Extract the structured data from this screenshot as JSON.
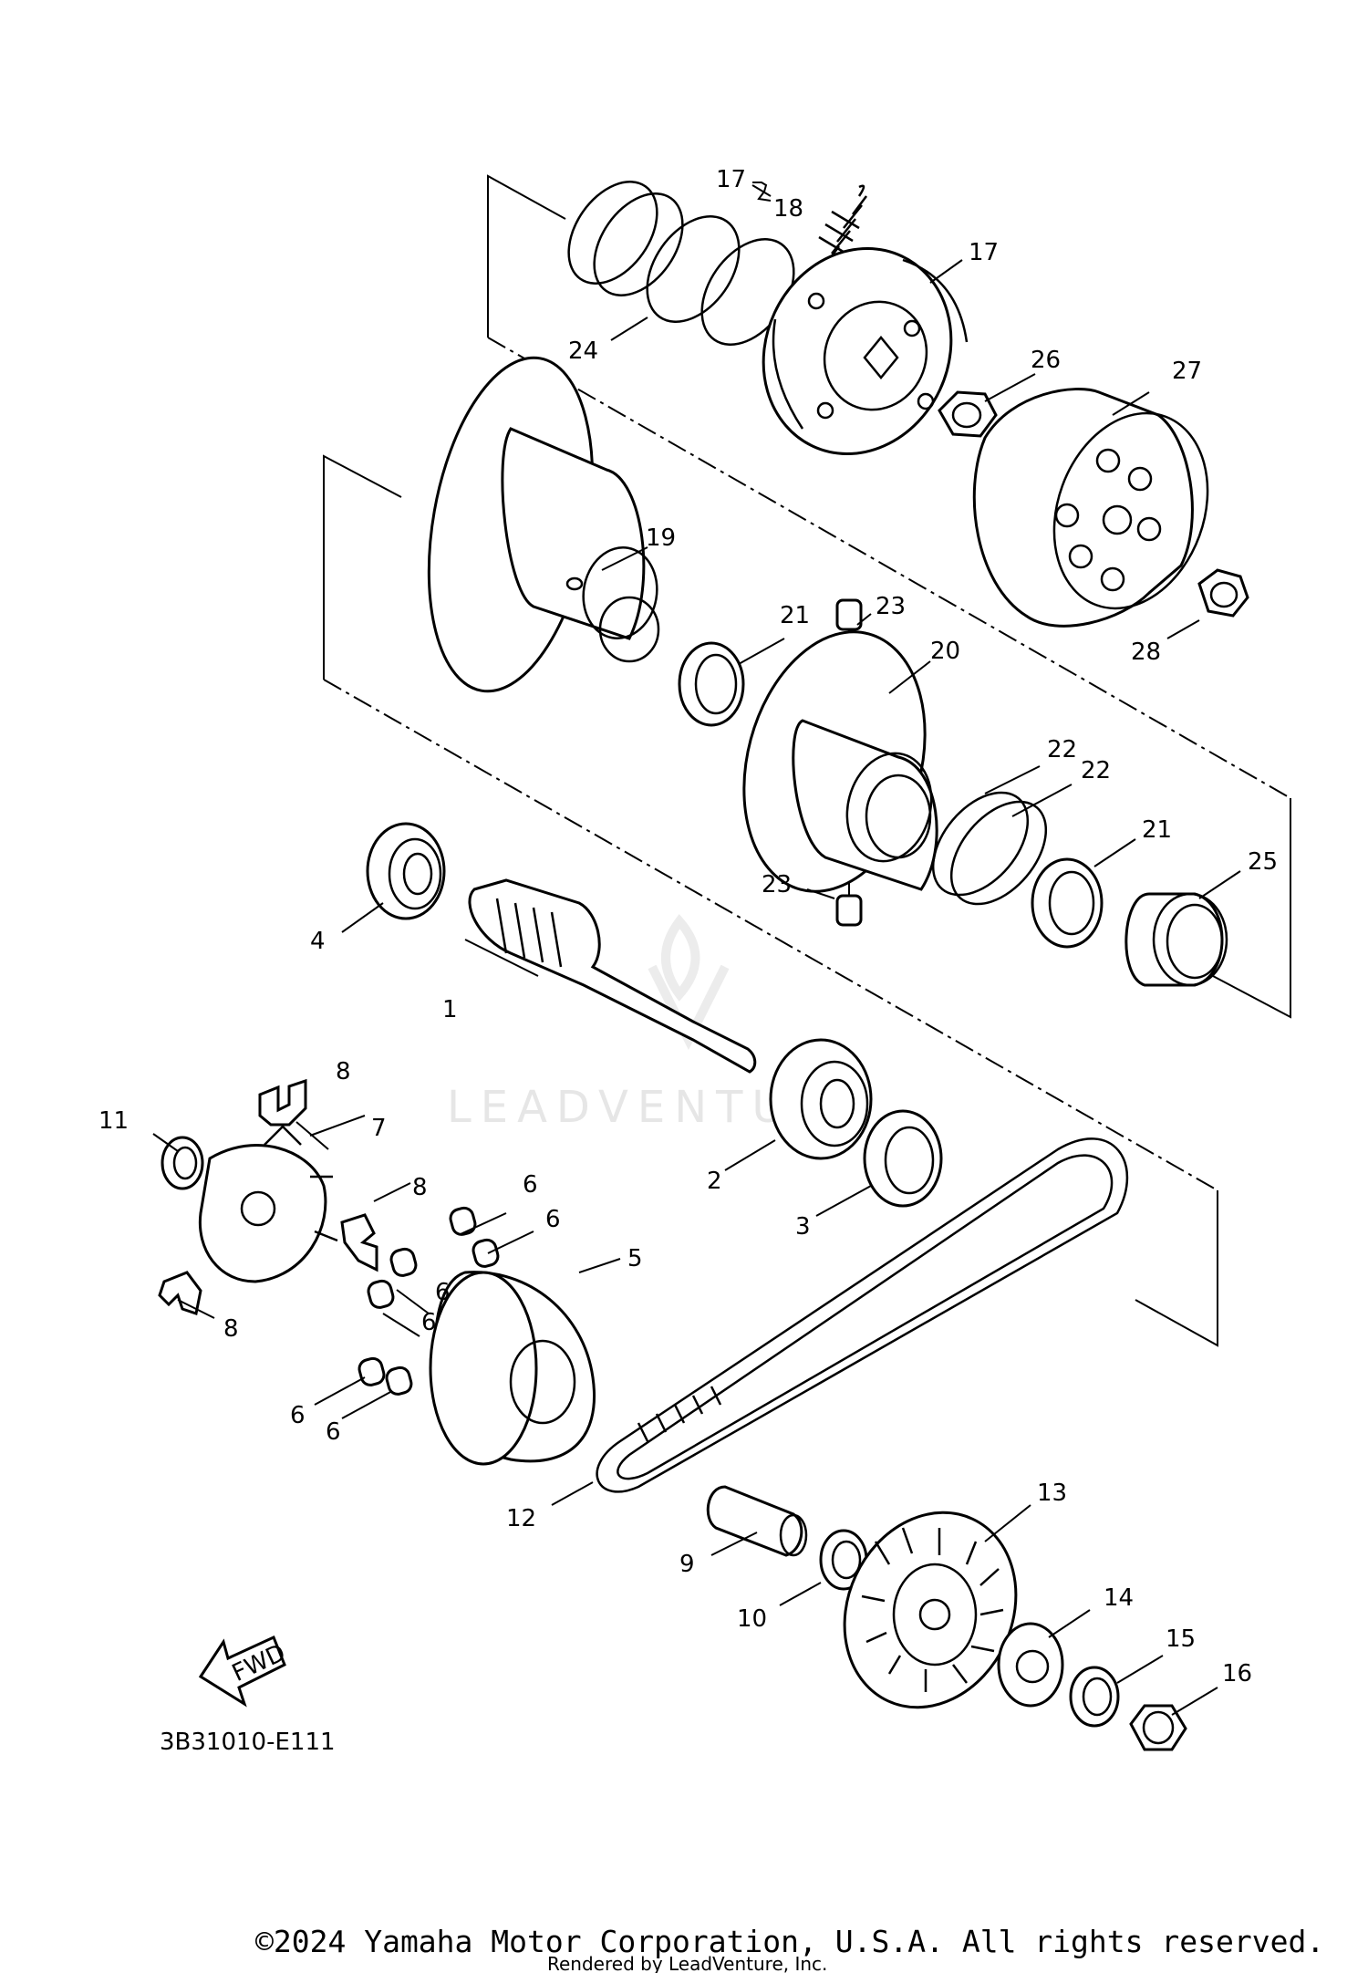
{
  "callouts": [
    "1",
    "2",
    "3",
    "4",
    "5",
    "6",
    "7",
    "8",
    "9",
    "10",
    "11",
    "12",
    "13",
    "14",
    "15",
    "16",
    "17",
    "18",
    "19",
    "20",
    "21",
    "22",
    "23",
    "24",
    "25",
    "26",
    "27",
    "28"
  ],
  "fwd_label": "FWD",
  "diagram_code": "3B31010-E111",
  "watermark": "LEADVENTURE",
  "copyright": "©2024 Yamaha Motor Corporation, U.S.A. All rights reserved.",
  "rendered_by": "Rendered by LeadVenture, Inc."
}
